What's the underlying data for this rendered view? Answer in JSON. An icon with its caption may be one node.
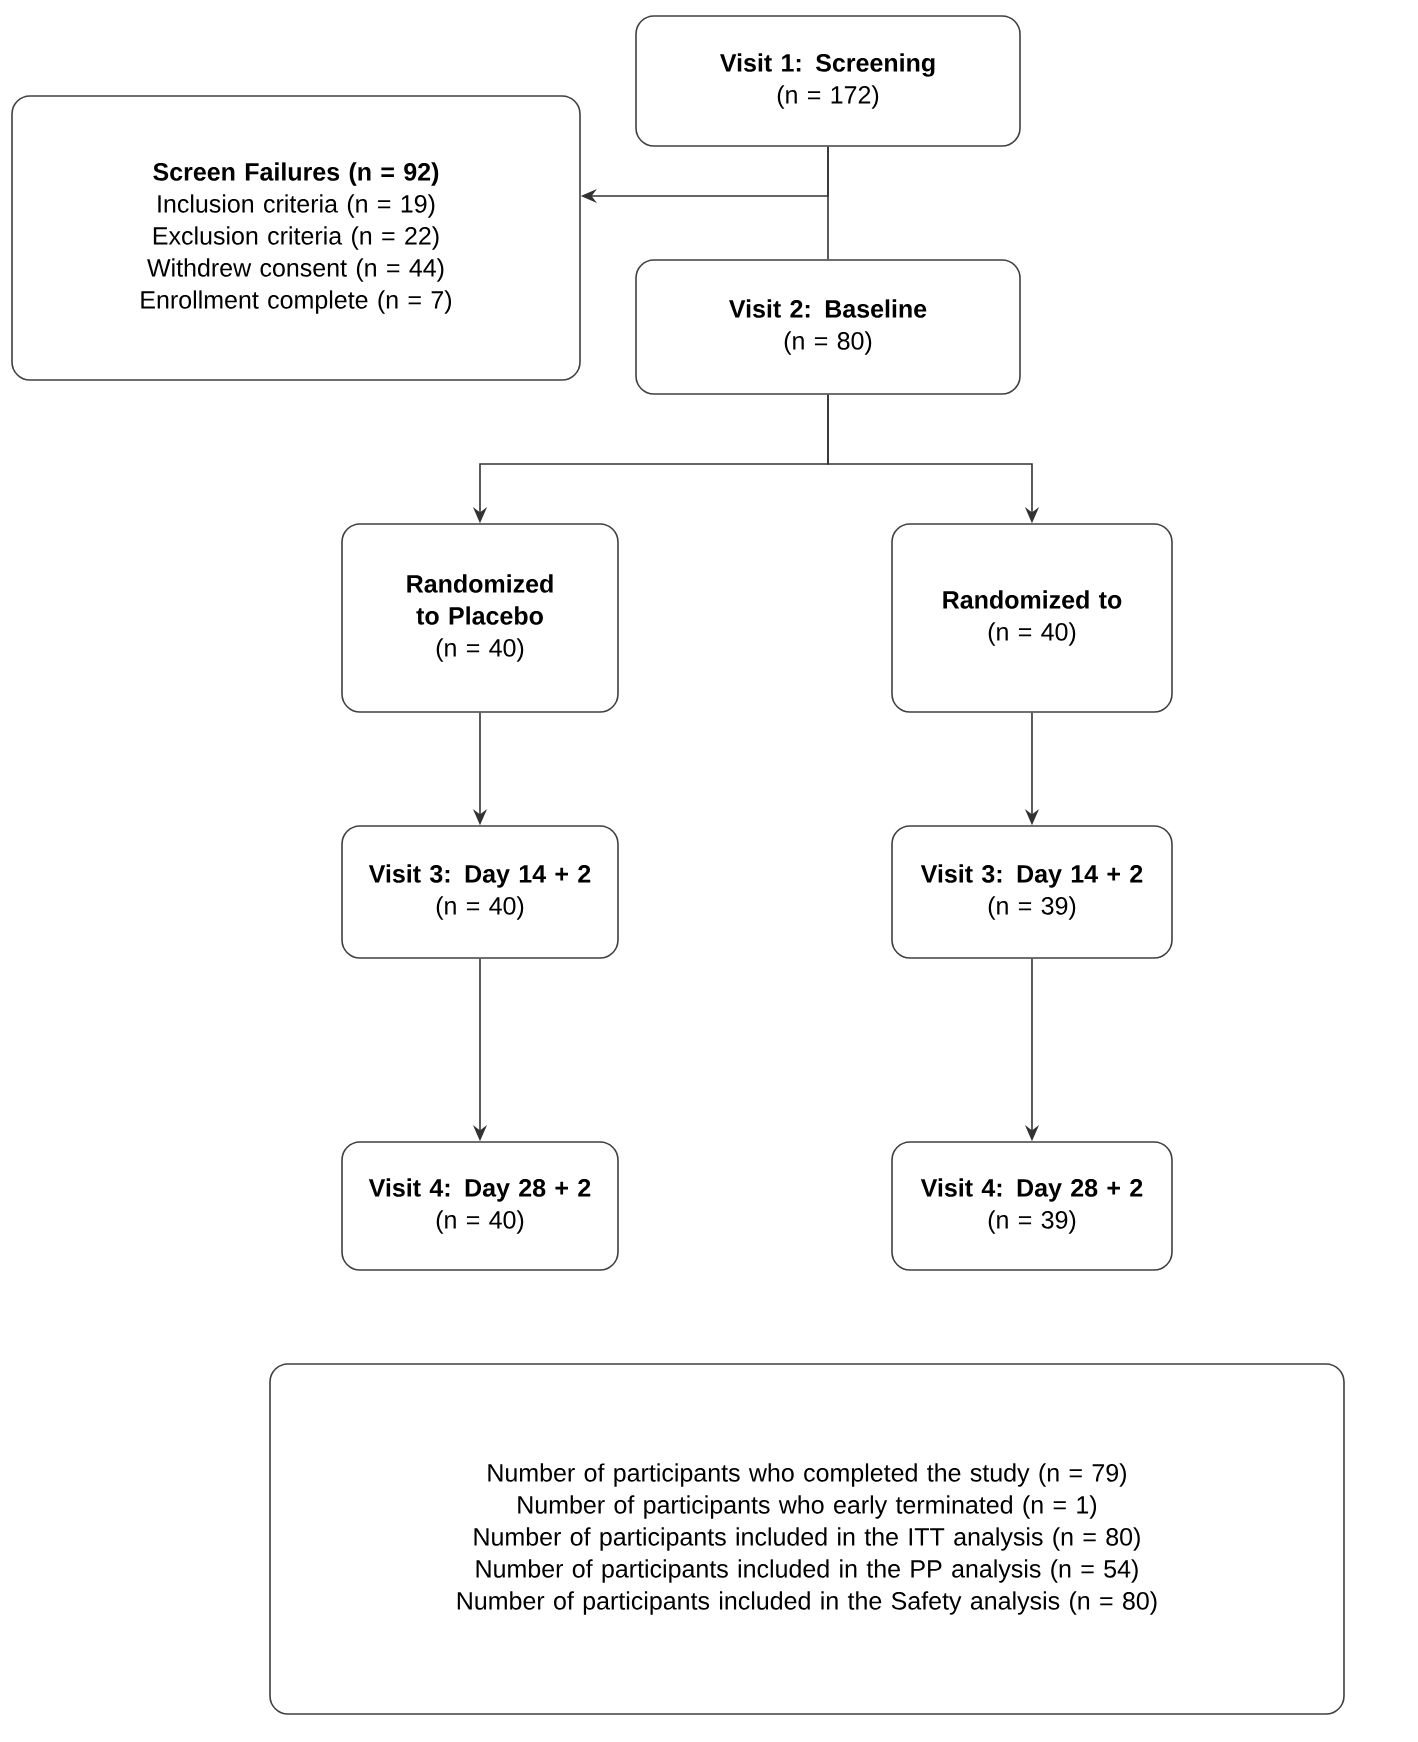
{
  "diagram": {
    "nodes": [
      {
        "text": [
          "Visit 1: Screening",
          "(n = 172)"
        ]
      },
      {
        "text": [
          "Screen Failures (n = 92)",
          "Inclusion criteria (n = 19)",
          "Exclusion criteria (n = 22)",
          "Withdrew consent (n = 44)",
          "Enrollment complete (n = 7)"
        ]
      },
      {
        "text": [
          "Visit 2: Baseline",
          "(n = 80)"
        ]
      },
      {
        "text": [
          "Randomized to Placebo",
          "(n = 40)"
        ]
      },
      {
        "text": [
          "Randomized to",
          "(n = 40)"
        ]
      },
      {
        "text": [
          "Visit 3: Day 14 + 2",
          "(n = 40)"
        ]
      },
      {
        "text": [
          "Visit 3: Day 14 + 2",
          "(n = 39)"
        ]
      },
      {
        "text": [
          "Visit 4: Day 28 + 2",
          "(n = 40)"
        ]
      },
      {
        "text": [
          "Visit 4: Day 28 + 2",
          "(n = 39)"
        ]
      },
      {
        "text": [
          "Number of participants who completed the study (n = 79)",
          "Number of participants who early terminated (n = 1)",
          "Number of participants included in the ITT analysis (n = 80)",
          "Number of participants included in the PP analysis (n = 54)",
          "Number of participants included in the Safety analysis (n = 80)"
        ]
      }
    ],
    "edges": [
      {
        "from": 0,
        "to": 2,
        "arrow": "none"
      },
      {
        "from": 0,
        "to": 1,
        "arrow": "to"
      },
      {
        "from": 2,
        "to": 3,
        "arrow": "to"
      },
      {
        "from": 2,
        "to": 4,
        "arrow": "to"
      },
      {
        "from": 3,
        "to": 5,
        "arrow": "to"
      },
      {
        "from": 5,
        "to": 7,
        "arrow": "to"
      },
      {
        "from": 4,
        "to": 6,
        "arrow": "to"
      },
      {
        "from": 6,
        "to": 8,
        "arrow": "to"
      }
    ]
  }
}
